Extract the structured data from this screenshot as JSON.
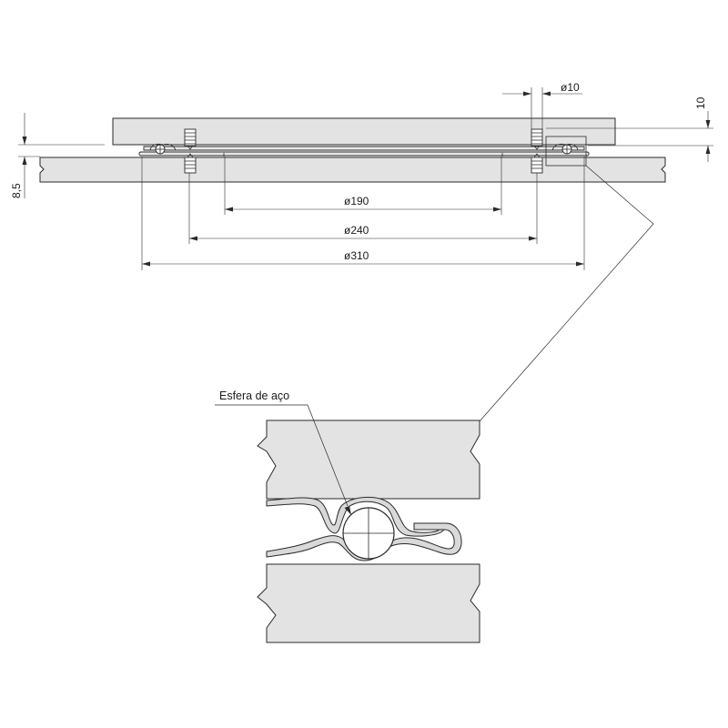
{
  "dimensions": {
    "d190": "ø190",
    "d240": "ø240",
    "d310": "ø310",
    "d10": "ø10",
    "h10": "10",
    "h85": "8,5"
  },
  "detail": {
    "ball_label": "Esfera de aço"
  },
  "colors": {
    "board": "#e3e3e3",
    "line": "#2a2a2a",
    "plate": "#e8e8e8"
  }
}
